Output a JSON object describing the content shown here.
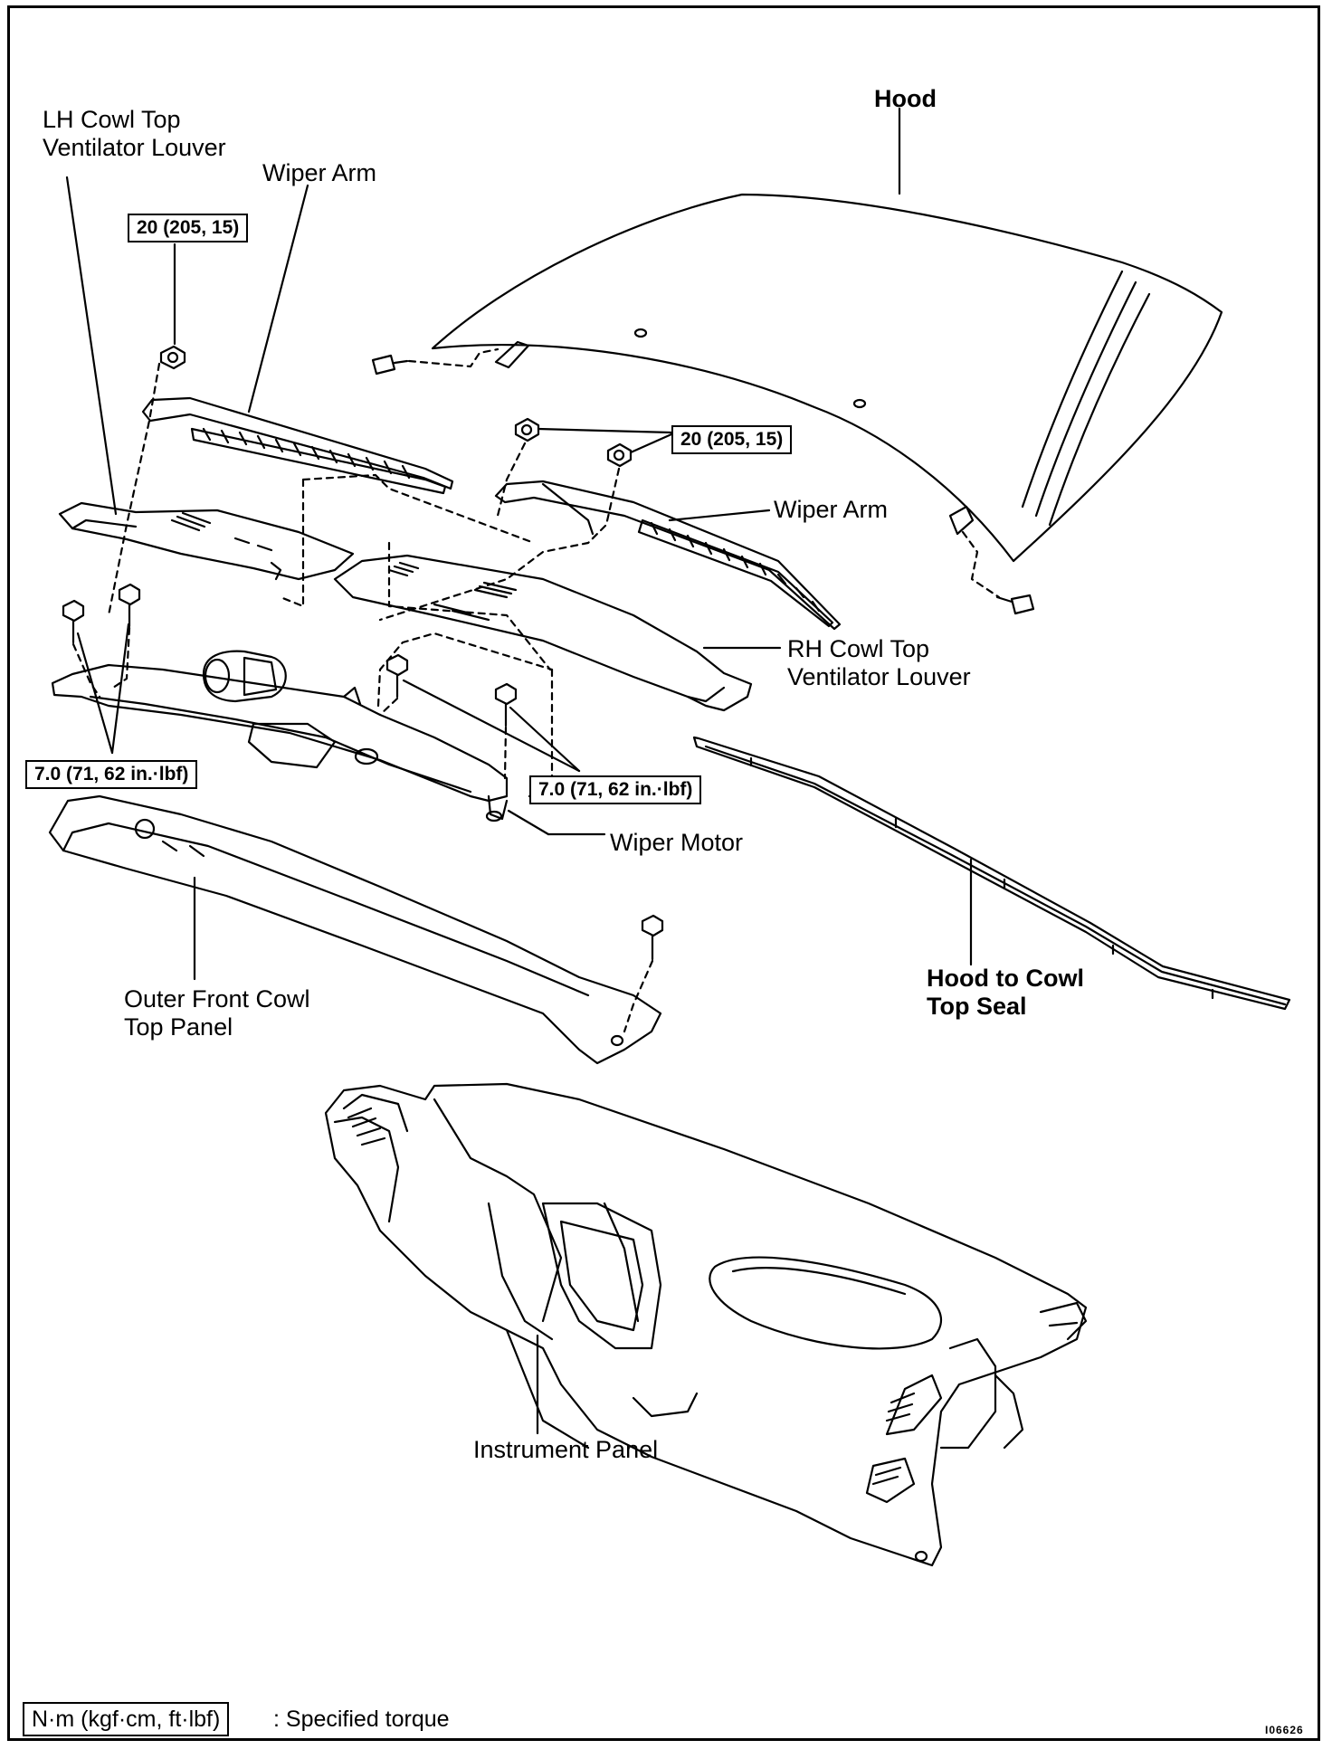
{
  "labels": {
    "hood": "Hood",
    "lh_louver": "LH Cowl Top\nVentilator Louver",
    "wiper_arm_left": "Wiper Arm",
    "wiper_arm_right": "Wiper Arm",
    "rh_louver": "RH Cowl Top\nVentilator Louver",
    "wiper_motor": "Wiper Motor",
    "outer_front_cowl": "Outer Front Cowl\nTop Panel",
    "hood_seal": "Hood to Cowl\nTop Seal",
    "instrument_panel": "Instrument Panel"
  },
  "torque_specs": {
    "wiper_arm_left": "20 (205, 15)",
    "wiper_arm_right": "20 (205, 15)",
    "motor_left": "7.0 (71, 62 in.·lbf)",
    "motor_right": "7.0 (71, 62 in.·lbf)"
  },
  "legend": {
    "box_text": "N·m (kgf·cm, ft·lbf)",
    "description": ": Specified torque"
  },
  "figure_code": "I06626"
}
